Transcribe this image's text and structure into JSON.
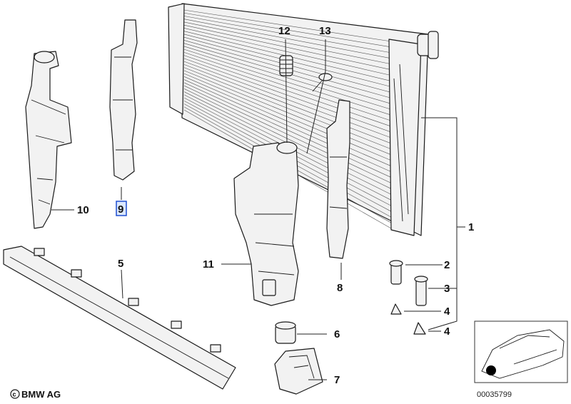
{
  "diagram": {
    "callouts": {
      "c1": "1",
      "c2": "2",
      "c3": "3",
      "c4a": "4",
      "c4b": "4",
      "c5": "5",
      "c6": "6",
      "c7": "7",
      "c8": "8",
      "c9": "9",
      "c10": "10",
      "c11": "11",
      "c12": "12",
      "c13": "13"
    },
    "highlighted_callout": "9",
    "copyright": "BMW AG",
    "reference_number": "00035799"
  }
}
